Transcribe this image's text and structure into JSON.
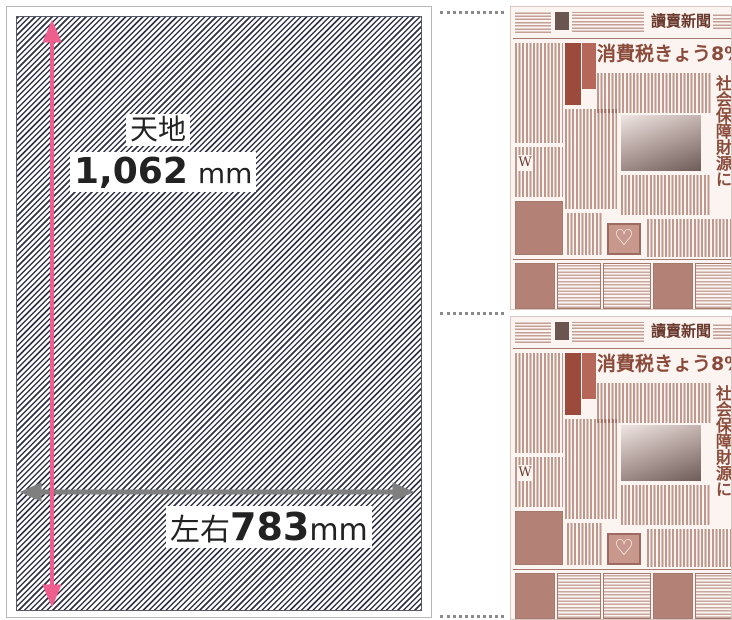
{
  "diagram": {
    "height_label": "天地",
    "height_value": "1,062",
    "height_unit": "mm",
    "width_label": "左右",
    "width_value": "783",
    "width_unit": "mm"
  },
  "newspapers": [
    {
      "masthead": "讀賣新聞",
      "headline": "消費税きょう8%",
      "side_headline": "社会保障財源に",
      "corner_mark": "W"
    },
    {
      "masthead": "讀賣新聞",
      "headline": "消費税きょう8%",
      "side_headline": "社会保障財源に",
      "corner_mark": "W"
    }
  ],
  "colors": {
    "height_arrow": "#ef5f8e",
    "width_arrow": "#7f7f7f",
    "hatch": "#2e3048",
    "newsprint_ink": "#8b4b3b"
  }
}
